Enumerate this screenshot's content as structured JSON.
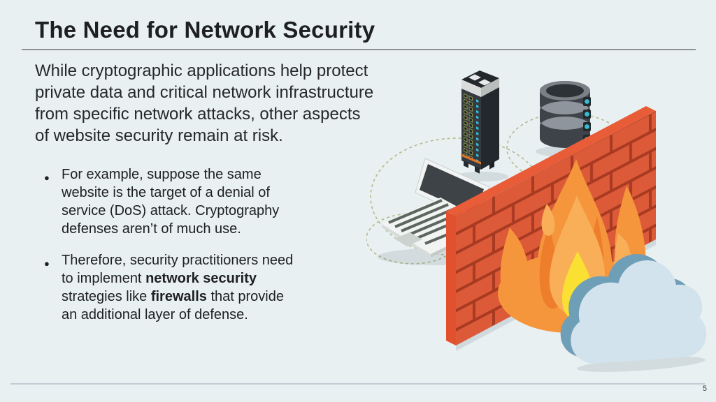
{
  "slide": {
    "title": "The Need for Network Security",
    "intro_lines": [
      "While cryptographic applications help protect",
      "private data and critical network infrastructure",
      "from specific network attacks, other aspects",
      "of website security remain at risk."
    ],
    "bullet_glyph": "●",
    "bullets": {
      "first": {
        "lines": [
          "For example, suppose the same",
          "website is the target of a denial of",
          "service (DoS) attack. Cryptography",
          "defenses aren’t of much use."
        ]
      },
      "second": {
        "line1": "Therefore, security practitioners need",
        "line2_pre": "to implement ",
        "line2_bold": "network security",
        "line3_pre": "strategies like ",
        "line3_bold": "firewalls",
        "line3_post": " that provide",
        "line4": "an additional layer of defense."
      }
    },
    "page_number": "5"
  },
  "illustration": {
    "icons": [
      "server-rack-icon",
      "database-icon",
      "laptop-icon",
      "network-dashed-cloud-icon",
      "brick-wall-icon",
      "fire-icon",
      "cloud-icon"
    ],
    "colors": {
      "background": "#e8f0f2",
      "brick": "#dc5a38",
      "mortar": "#a93a22",
      "wall_side": "#e2512e",
      "wall_top": "#e85c38",
      "fire_outer": "#f5953c",
      "fire_dark": "#ee7d2c",
      "fire_mid": "#f9ae58",
      "fire_core": "#f9e032",
      "cloud_front": "#d3e3ed",
      "cloud_back": "#6f9eb7",
      "device_dark": "#343a40",
      "device_cap": "#d9dcdb",
      "led_cyan": "#39bcd2",
      "port_olive": "#98a14e",
      "accent_orange": "#e0762a",
      "dashed_line": "#b6ba8c"
    }
  }
}
